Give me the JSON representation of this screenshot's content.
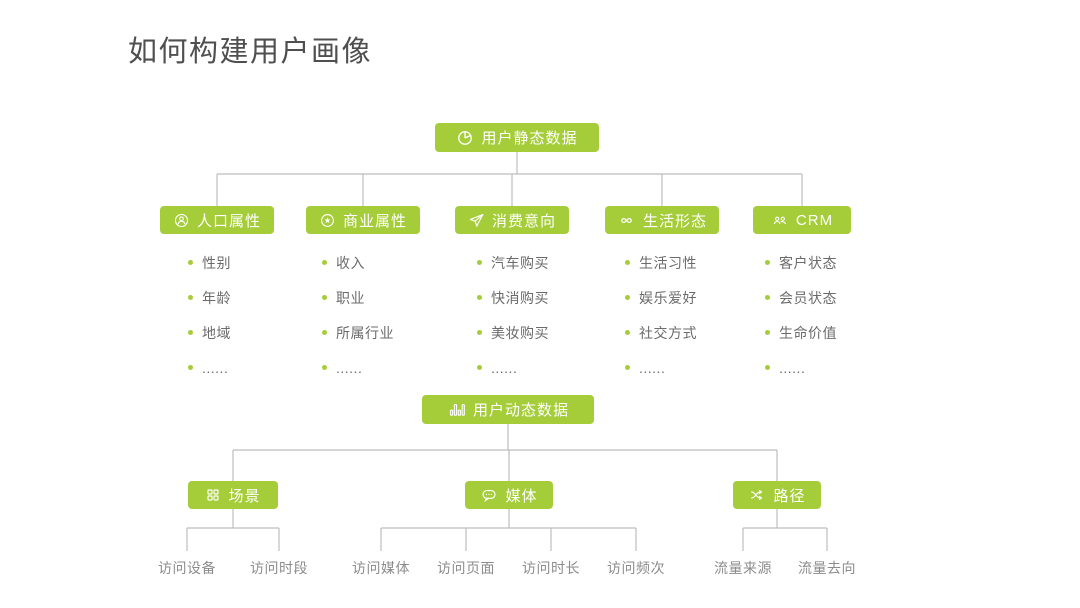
{
  "title": "如何构建用户画像",
  "colors": {
    "node_green": "#a5cd39",
    "connector_gray": "#bdbdbd",
    "title_gray": "#4f4f4f",
    "item_gray": "#6b6b6b",
    "leaf_gray": "#8c8c8c"
  },
  "static_tree": {
    "root": {
      "label": "用户静态数据",
      "icon": "pie-chart-icon"
    },
    "groups": [
      {
        "label": "人口属性",
        "icon": "person-icon",
        "items": [
          "性别",
          "年龄",
          "地域",
          "......"
        ]
      },
      {
        "label": "商业属性",
        "icon": "badge-star-icon",
        "items": [
          "收入",
          "职业",
          "所属行业",
          "......"
        ]
      },
      {
        "label": "消费意向",
        "icon": "paper-plane-icon",
        "items": [
          "汽车购买",
          "快消购买",
          "美妆购买",
          "......"
        ]
      },
      {
        "label": "生活形态",
        "icon": "infinity-icon",
        "items": [
          "生活习性",
          "娱乐爱好",
          "社交方式",
          "......"
        ]
      },
      {
        "label": "CRM",
        "icon": "people-icon",
        "items": [
          "客户状态",
          "会员状态",
          "生命价值",
          "......"
        ]
      }
    ]
  },
  "dynamic_tree": {
    "root": {
      "label": "用户动态数据",
      "icon": "bar-chart-icon"
    },
    "groups": [
      {
        "label": "场景",
        "icon": "grid-icon",
        "leaves": [
          "访问设备",
          "访问时段"
        ]
      },
      {
        "label": "媒体",
        "icon": "chat-bubble-icon",
        "leaves": [
          "访问媒体",
          "访问页面",
          "访问时长",
          "访问频次"
        ]
      },
      {
        "label": "路径",
        "icon": "shuffle-icon",
        "leaves": [
          "流量来源",
          "流量去向"
        ]
      }
    ]
  }
}
